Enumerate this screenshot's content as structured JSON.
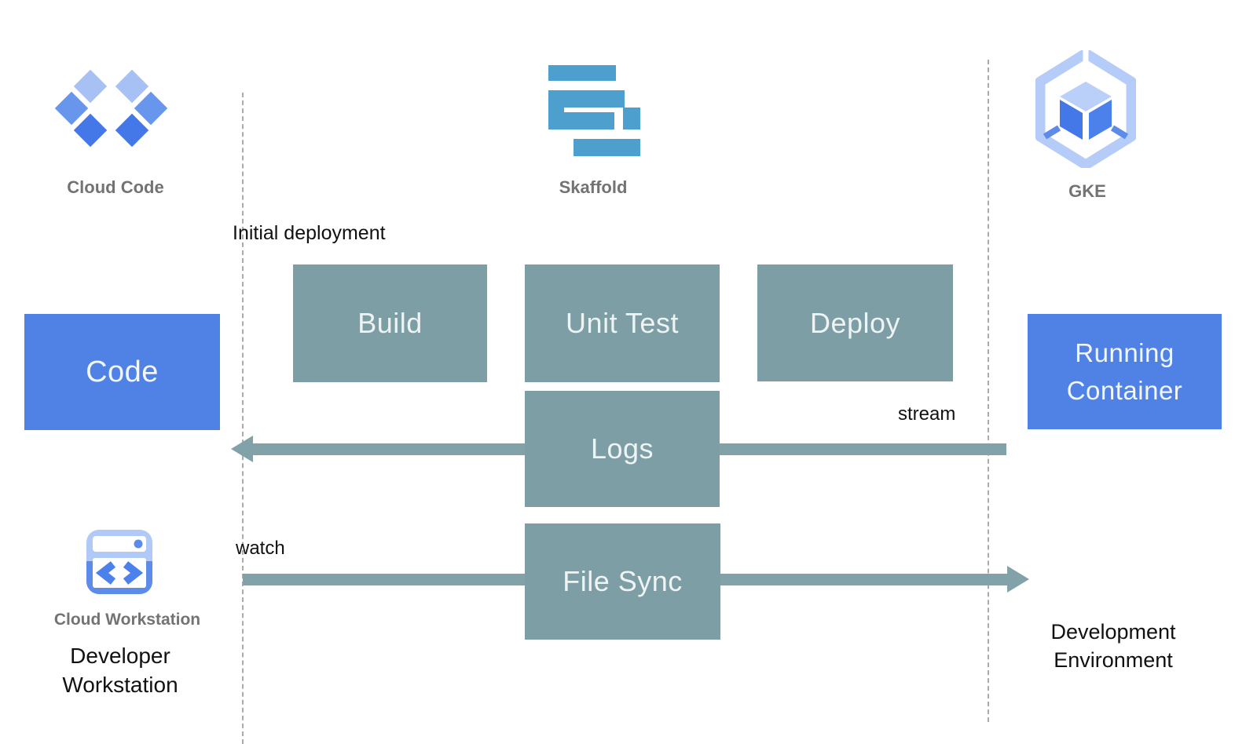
{
  "header": {
    "cloud_code_label": "Cloud Code",
    "skaffold_label": "Skaffold",
    "gke_label": "GKE"
  },
  "boxes": {
    "code": "Code",
    "build": "Build",
    "unit_test": "Unit Test",
    "deploy": "Deploy",
    "logs": "Logs",
    "file_sync": "File Sync",
    "running_container": "Running Container"
  },
  "annotations": {
    "initial_deployment": "Initial deployment",
    "stream": "stream",
    "watch": "watch"
  },
  "footer": {
    "cloud_workstation_label": "Cloud Workstation",
    "developer_workstation": "Developer Workstation",
    "development_environment": "Development Environment"
  },
  "icons": [
    "cloud-code-icon",
    "skaffold-icon",
    "gke-icon",
    "cloud-workstation-icon"
  ],
  "colors": {
    "process_box": "#7d9ea4",
    "arrow": "#82a2a9",
    "blue_box": "#4f82e4",
    "skaffold_blue": "#4d9fce",
    "icon_blue_light": "#a7c1f4",
    "icon_blue_medium": "#5c8bea",
    "icon_blue_dark": "#4478e9",
    "caption_gray": "#737373",
    "text_black": "#111111",
    "dashed_divider": "#ababab"
  }
}
